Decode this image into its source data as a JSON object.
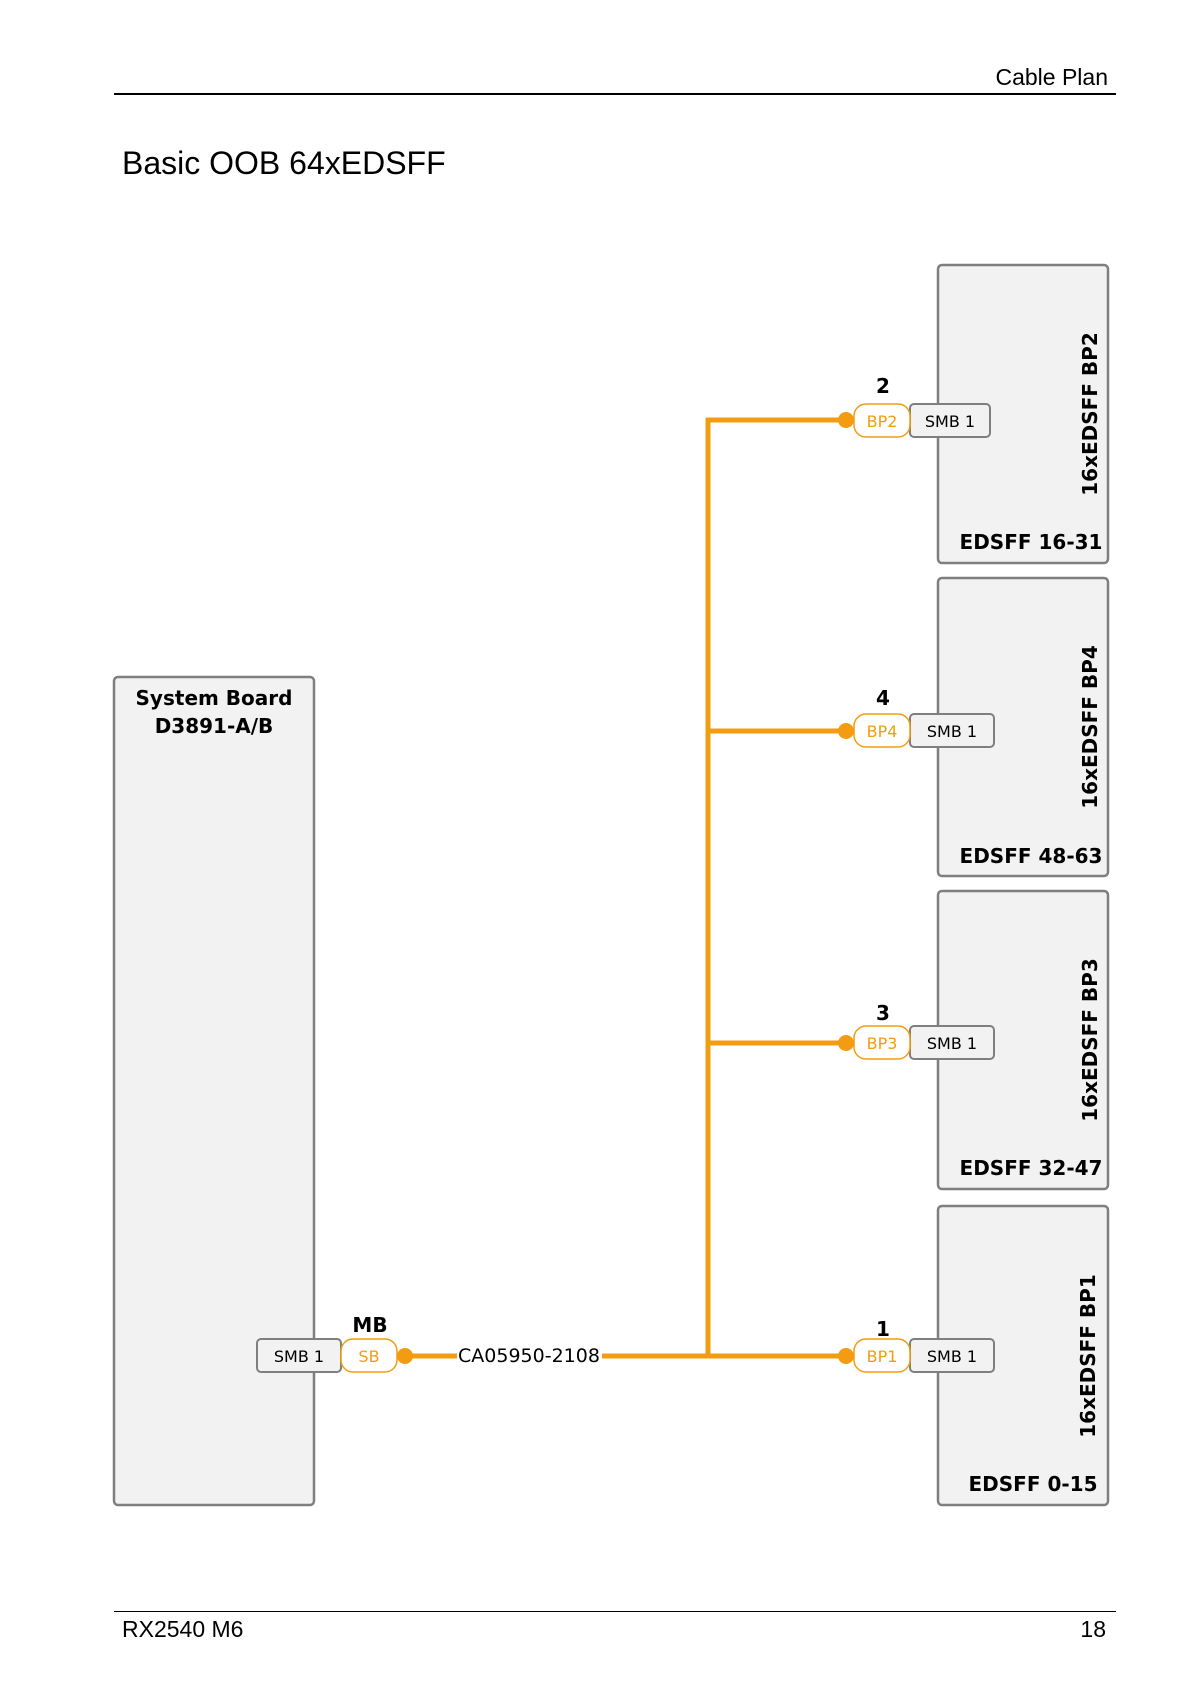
{
  "header": {
    "section": "Cable Plan"
  },
  "page_title": "Basic OOB 64xEDSFF",
  "footer": {
    "model": "RX2540 M6",
    "page": "18"
  },
  "colors": {
    "cable": "#F39C12",
    "box_fill": "#F2F2F2",
    "box_stroke": "#7F7F7F",
    "port_fill": "#FFFFFF"
  },
  "diagram": {
    "system_board": {
      "title_line1": "System Board",
      "title_line2": "D3891-A/B",
      "connector_label": "SMB 1",
      "port_label": "SB",
      "port_group": "MB"
    },
    "cable": {
      "part_number": "CA05950-2108"
    },
    "backplanes": [
      {
        "id": "bp2",
        "name": "16xEDSFF BP2",
        "range": "EDSFF 16-31",
        "port": "BP2",
        "connector": "SMB 1",
        "number": "2"
      },
      {
        "id": "bp4",
        "name": "16xEDSFF BP4",
        "range": "EDSFF 48-63",
        "port": "BP4",
        "connector": "SMB 1",
        "number": "4"
      },
      {
        "id": "bp3",
        "name": "16xEDSFF BP3",
        "range": "EDSFF 32-47",
        "port": "BP3",
        "connector": "SMB 1",
        "number": "3"
      },
      {
        "id": "bp1",
        "name": "16xEDSFF BP1",
        "range": "EDSFF 0-15",
        "port": "BP1",
        "connector": "SMB 1",
        "number": "1"
      }
    ]
  }
}
